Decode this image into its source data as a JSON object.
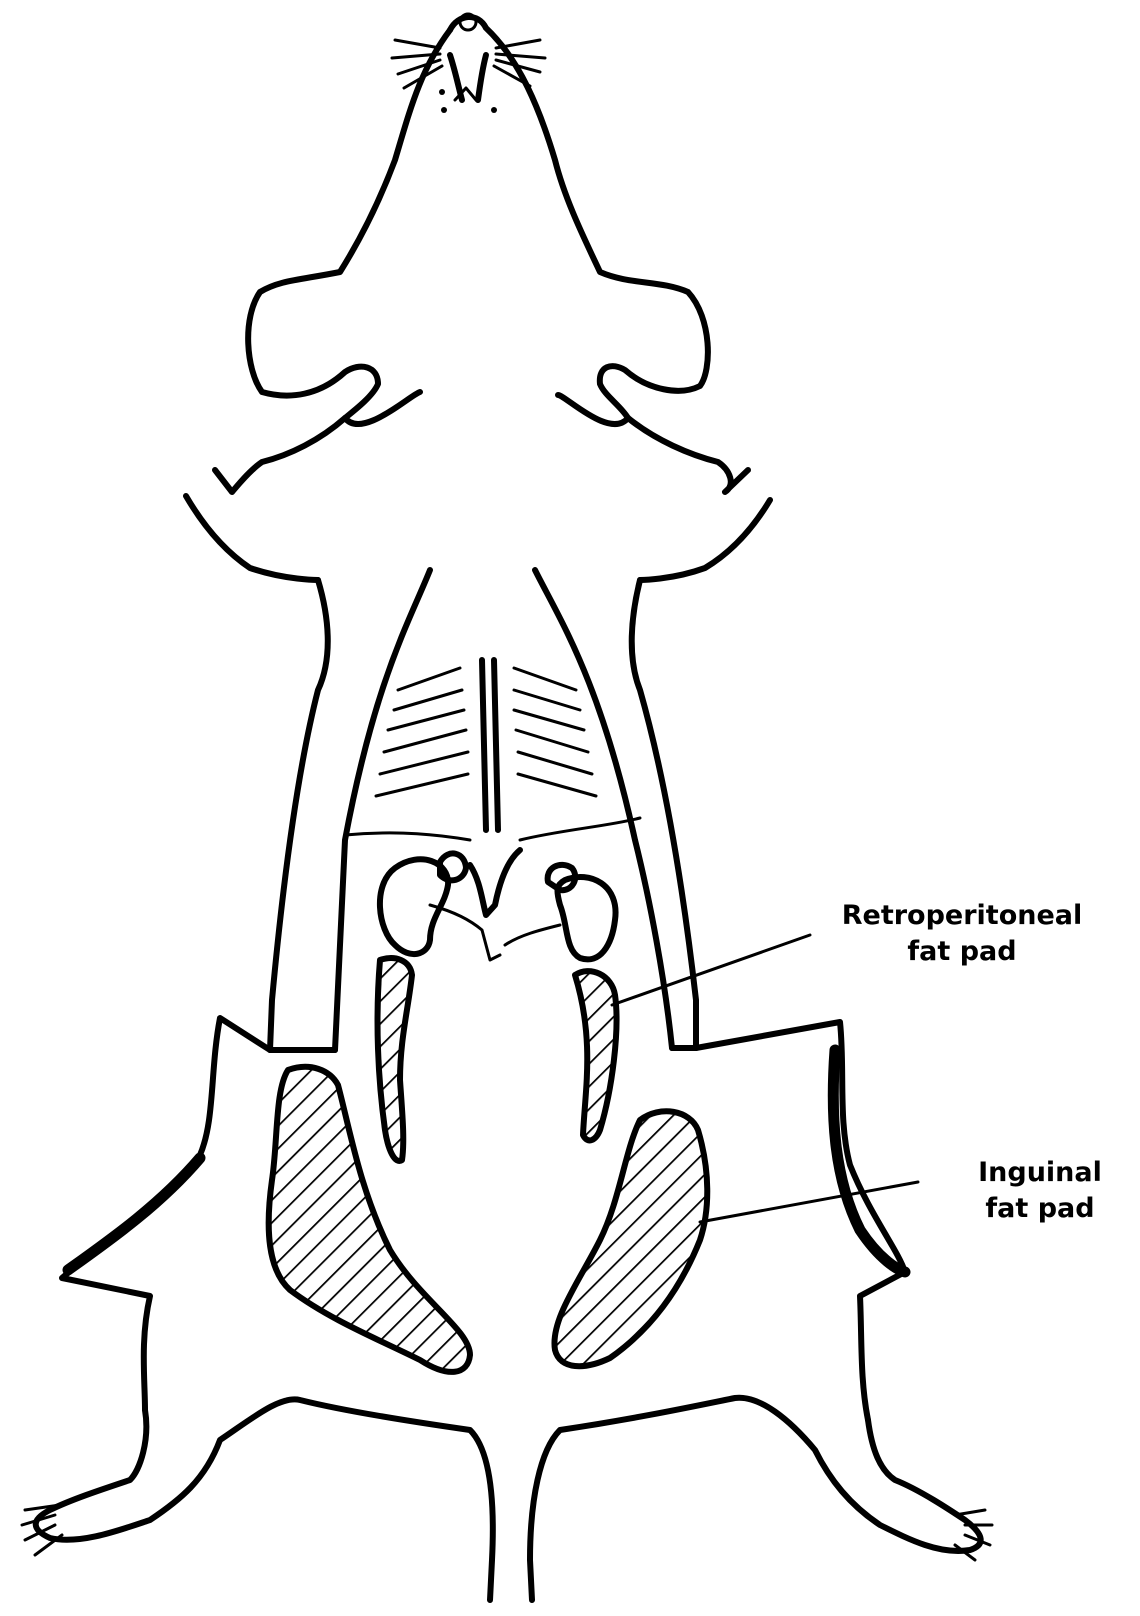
{
  "labels": {
    "retroperitoneal": {
      "line1": "Retroperitoneal",
      "line2": "fat pad"
    },
    "inguinal": {
      "line1": "Inguinal",
      "line2": "fat pad"
    }
  },
  "colors": {
    "ink": "#000000",
    "background": "#ffffff"
  }
}
